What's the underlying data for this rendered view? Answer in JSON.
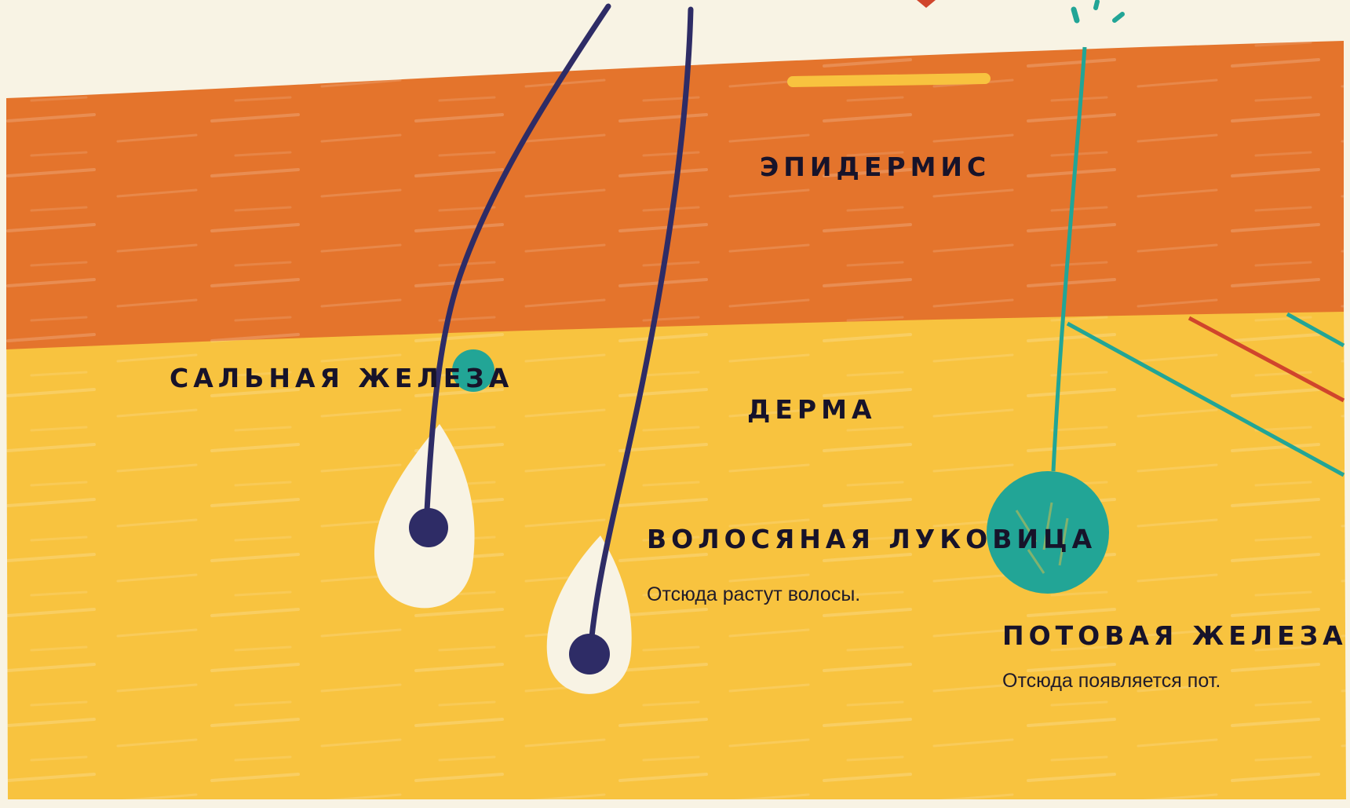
{
  "layers": {
    "epidermis": "ЭПИДЕРМИС",
    "dermis": "ДЕРМА"
  },
  "parts": {
    "sebaceous_gland": "САЛЬНАЯ ЖЕЛЕЗА",
    "hair_bulb": {
      "title": "ВОЛОСЯНАЯ ЛУКОВИЦА",
      "description": "Отсюда растут волосы."
    },
    "sweat_gland": {
      "title": "ПОТОВАЯ ЖЕЛЕЗА",
      "description": "Отсюда появляется пот."
    }
  },
  "colors": {
    "background": "#f8f3e4",
    "epidermis": "#e4742c",
    "dermis": "#f8c33f",
    "hair": "#2e2c66",
    "bulb": "#f8f3e4",
    "gland": "#22a596",
    "vessel_red": "#d0452c",
    "highlight": "#f8c33f"
  },
  "icons": [
    "hair-strand",
    "hair-bulb",
    "sebaceous-gland-dot",
    "sweat-gland-ball",
    "sweat-droplet",
    "blood-vessel"
  ]
}
